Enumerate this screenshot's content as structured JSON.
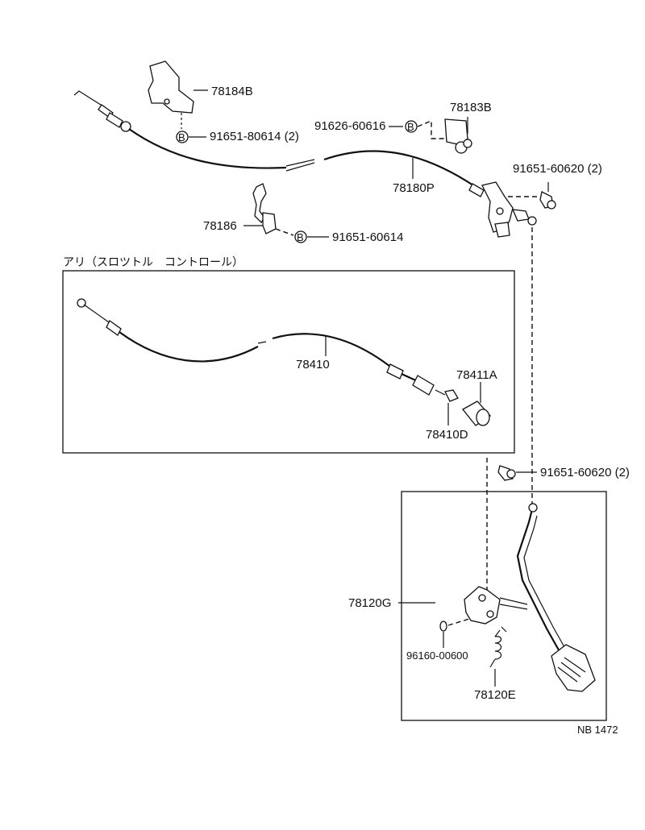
{
  "parts": {
    "p78184B": "78184B",
    "p91651_80614": "91651-80614 (2)",
    "p91626_60616": "91626-60616",
    "p78183B": "78183B",
    "p91651_60620_top": "91651-60620 (2)",
    "p78180P": "78180P",
    "p78186": "78186",
    "p91651_60614": "91651-60614",
    "p78410": "78410",
    "p78411A": "78411A",
    "p78410D": "78410D",
    "p91651_60620_mid": "91651-60620 (2)",
    "p78120G": "78120G",
    "p96160_00600": "96160-00600",
    "p78120E": "78120E"
  },
  "section_title": "アリ（スロツトル　コントロール）",
  "bolt_mark": "B",
  "diagram_code": "NB 1472"
}
